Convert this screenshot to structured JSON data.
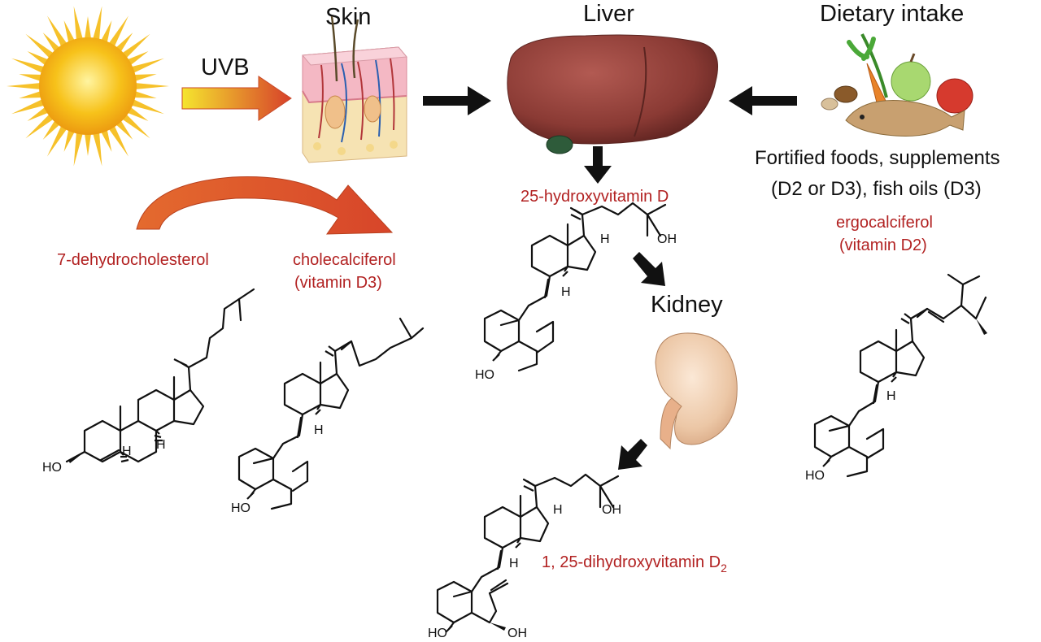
{
  "headers": {
    "skin": "Skin",
    "liver": "Liver",
    "dietary": "Dietary intake",
    "uvb": "UVB",
    "kidney": "Kidney"
  },
  "dietary_text": {
    "line1": "Fortified foods, supplements",
    "line2": "(D2 or D3), fish oils (D3)"
  },
  "compounds": {
    "dehydro": "7-dehydrocholesterol",
    "chole_line1": "cholecalciferol",
    "chole_line2": "(vitamin D3)",
    "hydroxy25": "25-hydroxyvitamin D",
    "ergo_line1": "ergocalciferol",
    "ergo_line2": "(vitamin D2)",
    "dihydroxy_main": "1, 25-dihydroxyvitamin D",
    "dihydroxy_sub": "2"
  },
  "atoms": {
    "ho": "HO",
    "oh": "OH",
    "h": "H"
  },
  "colors": {
    "label_red": "#b22222",
    "sun_core": "#f7c21a",
    "sun_rays": "#f6c12a",
    "liver": "#8a3a34",
    "kidney": "#ecc7a6",
    "curved_arrow": "#e0532c",
    "uvb_arrow_start": "#f5e52e",
    "uvb_arrow_end": "#d7402a"
  },
  "icons": [
    "sun-icon",
    "skin-cross-section-icon",
    "liver-icon",
    "kidney-icon",
    "dietary-foods-icon"
  ]
}
